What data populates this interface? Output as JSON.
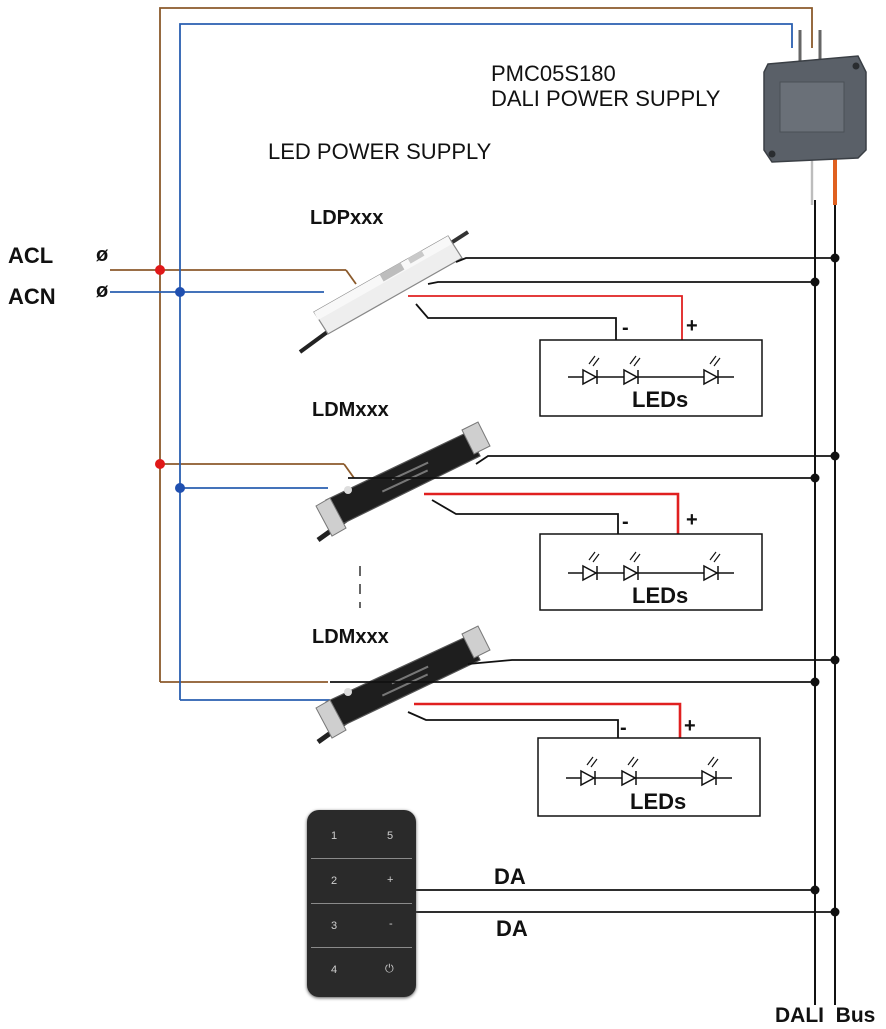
{
  "supply_labels": {
    "pmc_model": "PMC05S180",
    "pmc_desc": "DALI POWER SUPPLY",
    "led_supply_title": "LED POWER SUPPLY"
  },
  "mains": {
    "acl": "ACL",
    "acn": "ACN",
    "terminal_symbol": "ø"
  },
  "drivers": [
    {
      "label": "LDPxxx"
    },
    {
      "label": "LDMxxx"
    },
    {
      "label": "LDMxxx"
    }
  ],
  "led_groups": [
    {
      "minus": "-",
      "plus": "+",
      "caption": "LEDs"
    },
    {
      "minus": "-",
      "plus": "+",
      "caption": "LEDs"
    },
    {
      "minus": "-",
      "plus": "+",
      "caption": "LEDs"
    }
  ],
  "bus": {
    "da1": "DA",
    "da2": "DA",
    "label": "DALI  Bus"
  },
  "remote": {
    "keys": [
      "1",
      "5",
      "2",
      "+",
      "3",
      "-",
      "4",
      "⏻"
    ]
  },
  "colors": {
    "line_wire": "#8b5a2b",
    "neutral_wire": "#2a5fb0",
    "led_positive": "#e02020",
    "bus_wire": "#111111",
    "junction_line": "#e01818",
    "junction_neutral": "#2050b0"
  }
}
